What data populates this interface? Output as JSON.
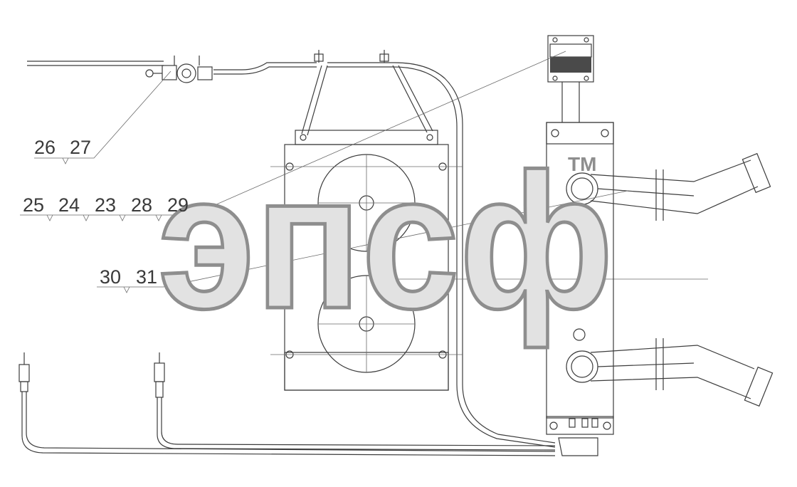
{
  "callouts": {
    "group1": [
      "26",
      "27"
    ],
    "group2": [
      "25",
      "24",
      "23",
      "28",
      "29"
    ],
    "group3": [
      "30",
      "31"
    ]
  },
  "watermark": {
    "text": "эпсф",
    "trademark": "TM"
  },
  "colors": {
    "line": "#3c3c3c",
    "watermark_fill": "#e2e2e2",
    "watermark_stroke": "#8e8e8e",
    "background": "#ffffff"
  }
}
